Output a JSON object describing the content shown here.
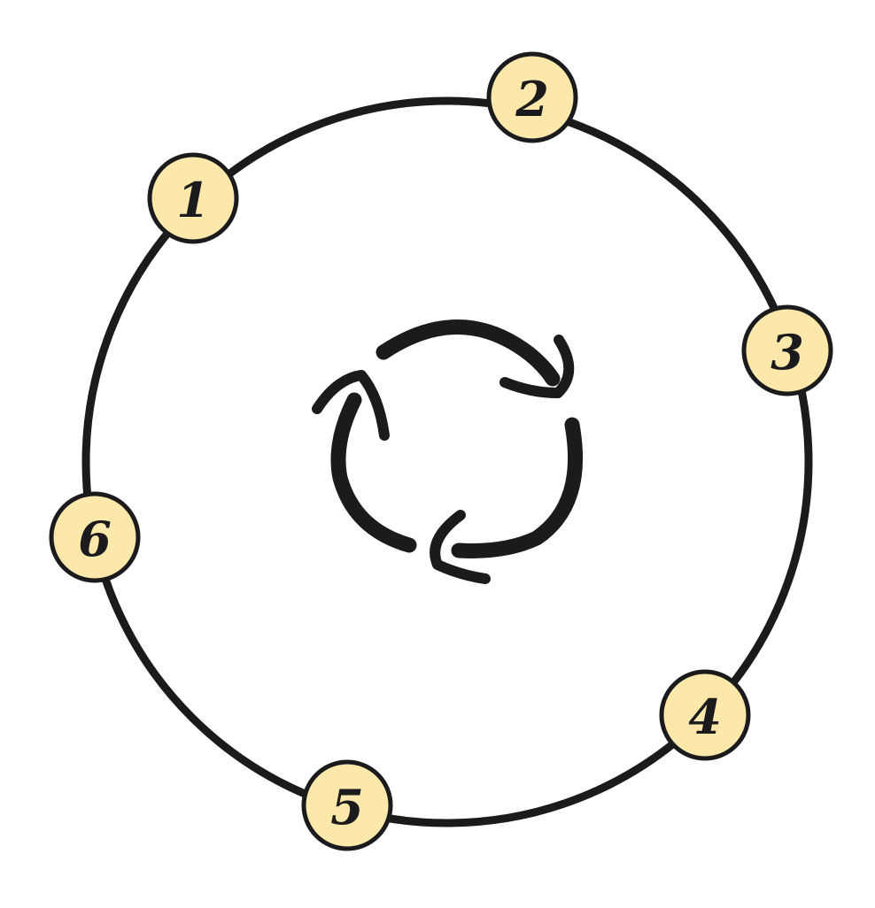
{
  "diagram": {
    "colors": {
      "stroke": "#1b1b1d",
      "node_fill": "#fde8ab",
      "background": "#ffffff"
    },
    "center_icon": "cycle-arrows-icon",
    "nodes": [
      {
        "label": "1"
      },
      {
        "label": "2"
      },
      {
        "label": "3"
      },
      {
        "label": "4"
      },
      {
        "label": "5"
      },
      {
        "label": "6"
      }
    ]
  }
}
